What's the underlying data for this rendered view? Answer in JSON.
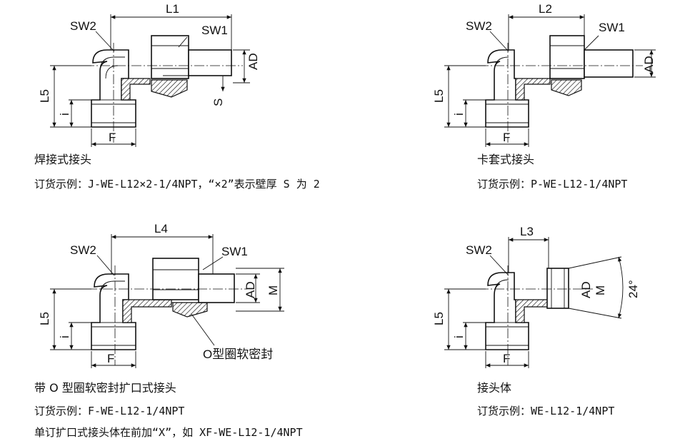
{
  "labels": {
    "sw1": "SW1",
    "sw2": "SW2",
    "l1": "L1",
    "l2": "L2",
    "l3": "L3",
    "l4": "L4",
    "l5": "L5",
    "i": "i",
    "f": "F",
    "ad": "AD",
    "s": "S",
    "m": "M",
    "angle": "24°",
    "oring": "O型圈软密封"
  },
  "captions": {
    "a_title": "焊接式接头",
    "a_order": "订货示例：J-WE-L12×2-1/4NPT，“×2”表示壁厚 S 为 2",
    "b_title": "卡套式接头",
    "b_order": "订货示例：P-WE-L12-1/4NPT",
    "c_title": "带 O 型圈软密封扩口式接头",
    "c_order": "订货示例：F-WE-L12-1/4NPT",
    "c_note": "单订扩口式接头体在前加“X”，如 XF-WE-L12-1/4NPT",
    "d_title": "接头体",
    "d_order": "订货示例：WE-L12-1/4NPT"
  }
}
